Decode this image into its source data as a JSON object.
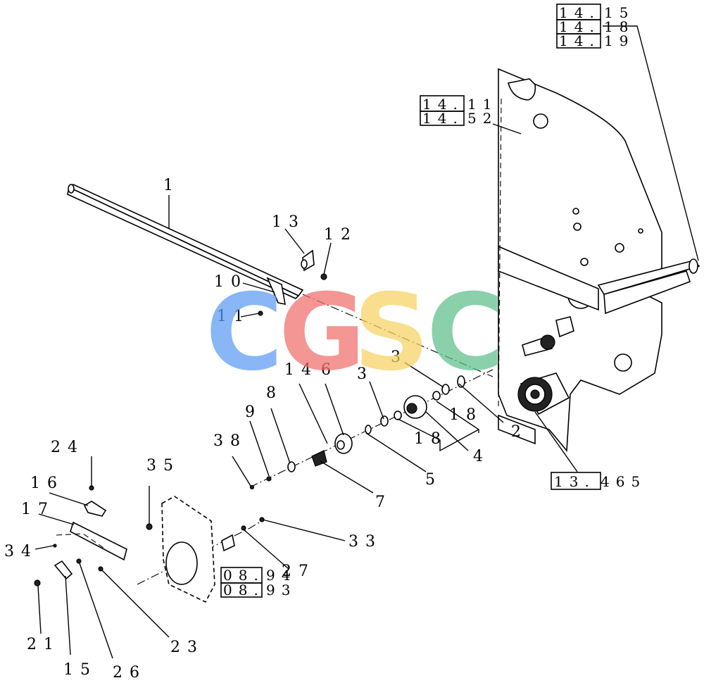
{
  "watermark": {
    "letters": [
      "C",
      "G",
      "S",
      "C"
    ],
    "colors": [
      "#5b9bf5",
      "#ef6f6c",
      "#f7d264",
      "#5cbf8c"
    ]
  },
  "callouts": {
    "c1": "1",
    "c2": "2",
    "c3a": "3",
    "c3b": "3",
    "c4": "4",
    "c5": "5",
    "c7": "7",
    "c8": "8",
    "c9": "9",
    "c10": "10",
    "c11": "11",
    "c12": "12",
    "c13": "13",
    "c14": "14",
    "c6": "6",
    "c15": "15",
    "c16": "16",
    "c17": "17",
    "c18a": "18",
    "c18b": "18",
    "c21": "21",
    "c23": "23",
    "c24": "24",
    "c26": "26",
    "c27": "27",
    "c33": "33",
    "c34": "34",
    "c35": "35",
    "c38": "38"
  },
  "references": {
    "r1415": {
      "boxed": "14.",
      "rest": "15"
    },
    "r1418": {
      "boxed": "14.",
      "rest": "18"
    },
    "r1419": {
      "boxed": "14.",
      "rest": "19"
    },
    "r1411": {
      "boxed": "14.",
      "rest": "11"
    },
    "r1452": {
      "boxed": "14.",
      "rest": "52"
    },
    "r13465": {
      "boxed": "13.",
      "rest": "465"
    },
    "r0894": {
      "boxed": "08.",
      "rest": "94"
    },
    "r0893": {
      "boxed": "08.",
      "rest": "93"
    }
  }
}
